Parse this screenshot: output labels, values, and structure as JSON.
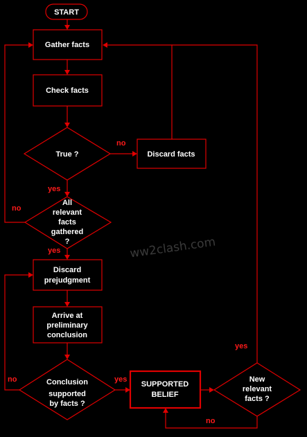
{
  "nodes": {
    "start": "START",
    "gather": "Gather facts",
    "check": "Check facts",
    "true_q": "True ?",
    "discard_facts": "Discard facts",
    "all_relevant": [
      "All",
      "relevant",
      "facts",
      "gathered",
      "?"
    ],
    "discard_prejudgment": [
      "Discard",
      "prejudgment"
    ],
    "preliminary": [
      "Arrive at",
      "preliminary",
      "conclusion"
    ],
    "conclusion_q": [
      "Conclusion",
      "supported",
      "by facts ?"
    ],
    "supported": [
      "SUPPORTED",
      "BELIEF"
    ],
    "new_facts": [
      "New",
      "relevant",
      "facts ?"
    ]
  },
  "labels": {
    "true_no": "no",
    "true_yes": "yes",
    "all_no": "no",
    "all_yes": "yes",
    "conclusion_no": "no",
    "conclusion_yes": "yes",
    "new_yes": "yes",
    "new_no": "no"
  },
  "watermark": "ww2clash.com",
  "colors": {
    "line": "#e00000",
    "label": "#ff1a1a",
    "text": "#ffffff",
    "background": "#000000"
  }
}
